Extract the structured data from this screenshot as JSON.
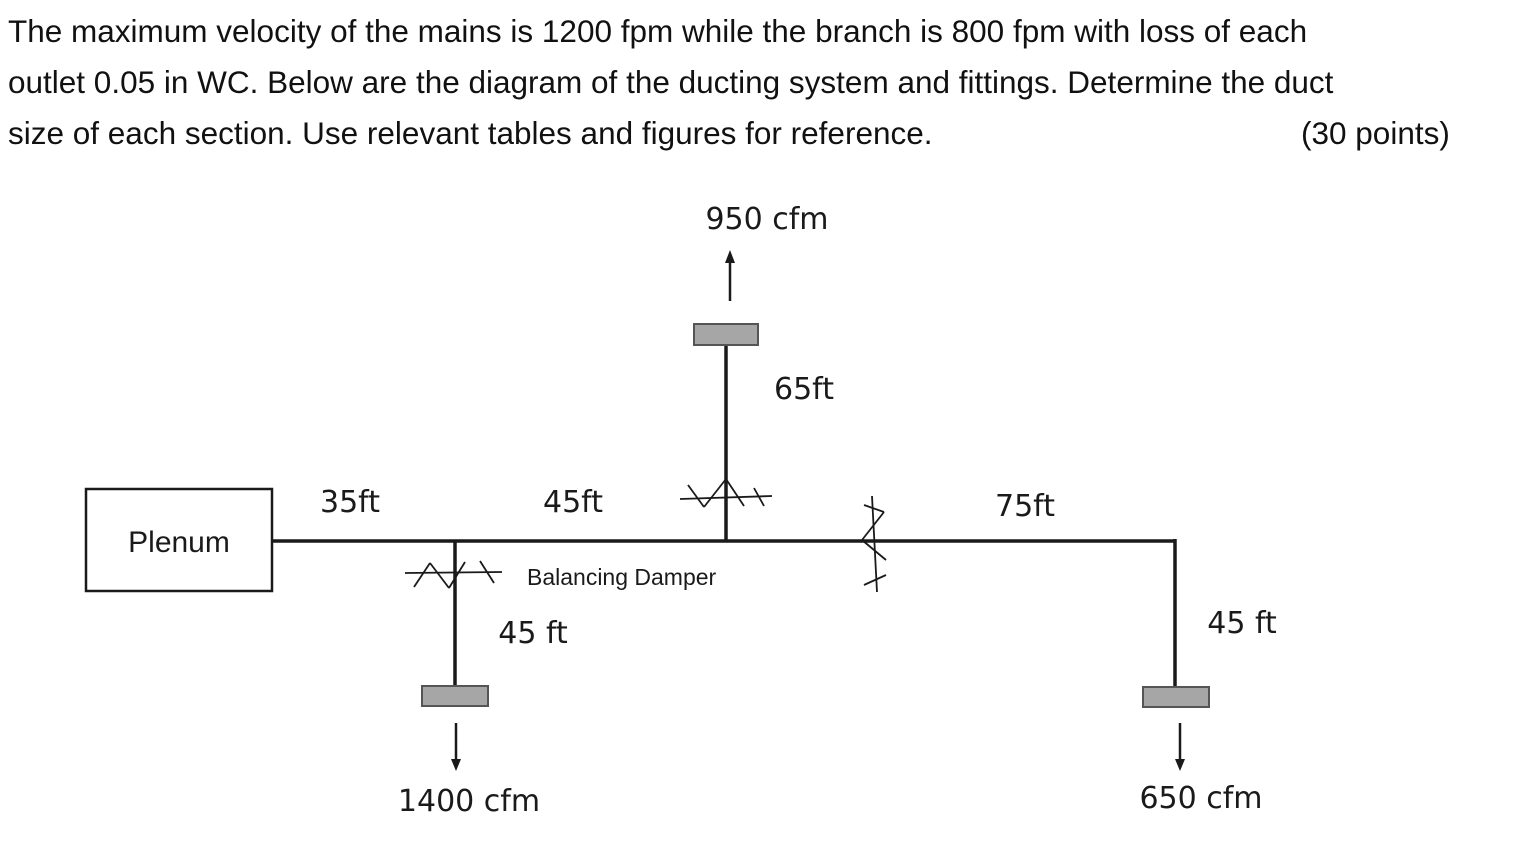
{
  "problem": {
    "line1": "The maximum velocity of the mains is 1200 fpm while the branch is 800 fpm with loss of each",
    "line2": "outlet 0.05 in WC. Below are the diagram of the ducting system and fittings. Determine the duct",
    "line3": "size of each section. Use relevant tables and figures for reference.",
    "points": "(30 points)"
  },
  "diagram": {
    "plenum_label": "Plenum",
    "segments": {
      "plenum_to_first_tee": "35ft",
      "first_tee_to_second_tee": "45ft",
      "upper_branch": "65ft",
      "main_to_elbow": "75ft",
      "lower_left_branch": "45 ft",
      "right_drop": "45 ft"
    },
    "damper_label": "Balancing Damper",
    "outlets": {
      "top": "950 cfm",
      "bottom_left": "1400 cfm",
      "bottom_right": "650 cfm"
    },
    "colors": {
      "duct_line": "#1a1a1a",
      "diffuser_fill": "#a6a6a6",
      "diffuser_stroke": "#555555"
    }
  }
}
